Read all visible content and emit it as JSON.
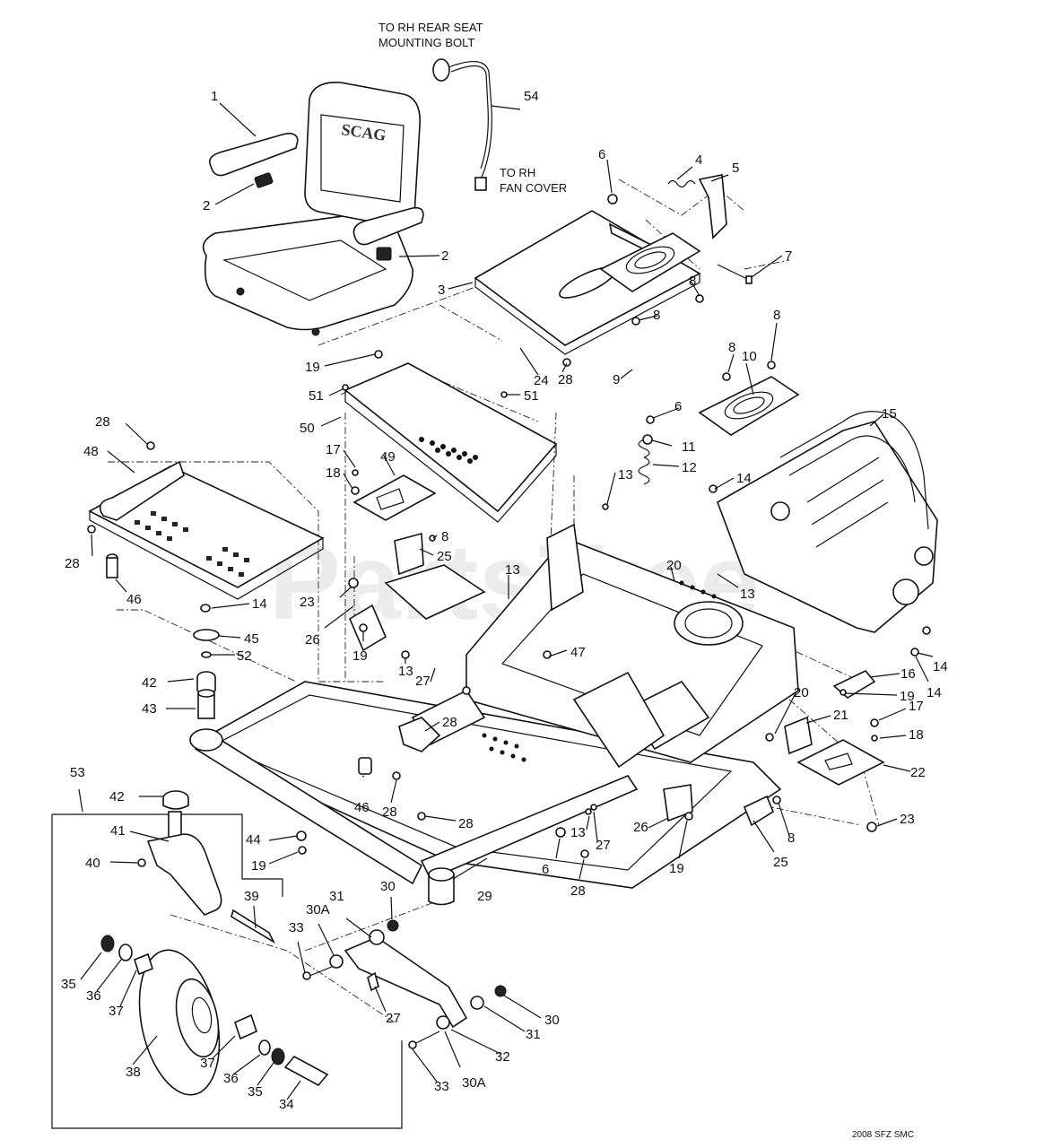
{
  "captions": {
    "seat_bolt_line1": "TO RH REAR SEAT",
    "seat_bolt_line2": "MOUNTING BOLT",
    "fan_cover_line1": "TO RH",
    "fan_cover_line2": "FAN COVER"
  },
  "watermark": "PartsTree",
  "drawing_code": "2008 SFZ SMC",
  "seat_brand": "SCAG",
  "callouts": {
    "c1": "1",
    "c2a": "2",
    "c2b": "2",
    "c3": "3",
    "c4": "4",
    "c5": "5",
    "c6a": "6",
    "c6b": "6",
    "c6c": "6",
    "c7": "7",
    "c8a": "8",
    "c8b": "8",
    "c8c": "8",
    "c8d": "8",
    "c8e": "8",
    "c8f": "8",
    "c9": "9",
    "c10": "10",
    "c11": "11",
    "c12": "12",
    "c13a": "13",
    "c13b": "13",
    "c13c": "13",
    "c13d": "13",
    "c13e": "13",
    "c14a": "14",
    "c14b": "14",
    "c14c": "14",
    "c14d": "14",
    "c15": "15",
    "c16": "16",
    "c17a": "17",
    "c17b": "17",
    "c18a": "18",
    "c18b": "18",
    "c19a": "19",
    "c19b": "19",
    "c19c": "19",
    "c19d": "19",
    "c19e": "19",
    "c20a": "20",
    "c20b": "20",
    "c21": "21",
    "c22": "22",
    "c23a": "23",
    "c23b": "23",
    "c24": "24",
    "c25a": "25",
    "c25b": "25",
    "c26a": "26",
    "c26b": "26",
    "c27a": "27",
    "c27b": "27",
    "c27c": "27",
    "c28a": "28",
    "c28b": "28",
    "c28c": "28",
    "c28d": "28",
    "c28e": "28",
    "c28f": "28",
    "c28g": "28",
    "c29": "29",
    "c30a": "30",
    "c30b": "30",
    "c30Aa": "30A",
    "c30Ab": "30A",
    "c31a": "31",
    "c31b": "31",
    "c32": "32",
    "c33a": "33",
    "c33b": "33",
    "c34": "34",
    "c35a": "35",
    "c35b": "35",
    "c36a": "36",
    "c36b": "36",
    "c37a": "37",
    "c37b": "37",
    "c38": "38",
    "c39": "39",
    "c40": "40",
    "c41": "41",
    "c42a": "42",
    "c42b": "42",
    "c43": "43",
    "c44": "44",
    "c45": "45",
    "c46a": "46",
    "c46b": "46",
    "c47": "47",
    "c48": "48",
    "c49": "49",
    "c50": "50",
    "c51a": "51",
    "c51b": "51",
    "c52": "52",
    "c53": "53",
    "c54": "54"
  }
}
